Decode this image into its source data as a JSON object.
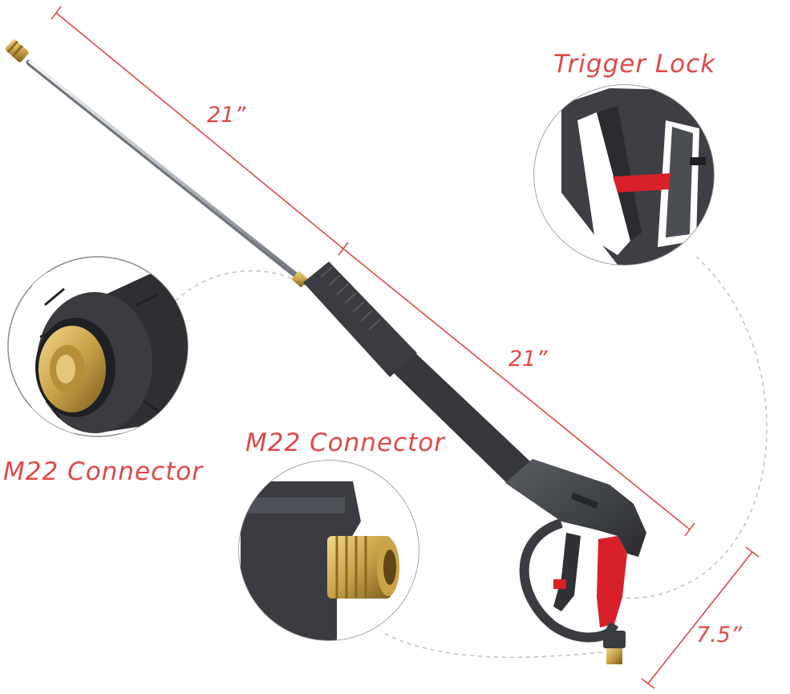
{
  "labels": {
    "rod_length_top": "21”",
    "rod_length_bottom": "21”",
    "handle_width": "7.5”",
    "trigger_lock": "Trigger Lock",
    "connector_left": "M22 Connector",
    "connector_bottom": "M22 Connector"
  },
  "colors": {
    "accent": "#e04848",
    "gun_body": "#3d3f44",
    "trigger": "#d8202a",
    "brass": "#c9a24a",
    "steel": "#c9cdd2"
  },
  "icons": [
    "pressure-washer-gun",
    "quick-connect-tip",
    "m22-connector",
    "trigger-lock"
  ]
}
